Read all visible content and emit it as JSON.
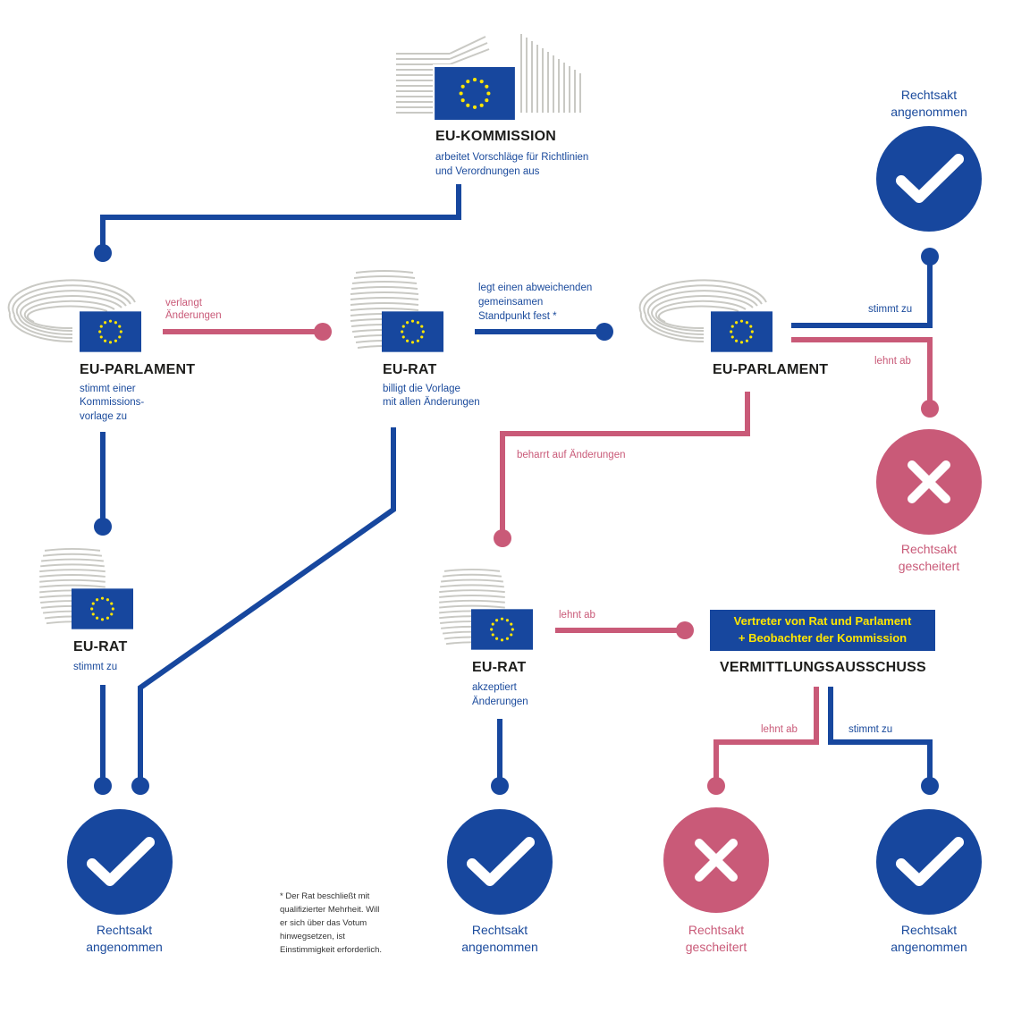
{
  "colors": {
    "blue": "#17479e",
    "pink": "#c95a78",
    "eu_yellow": "#ffe600",
    "gray": "#c9c9c4",
    "text_dark": "#1d1d1b"
  },
  "icons": {
    "commission": "eu-commission-building-icon",
    "parliament": "eu-parliament-hemicycle-icon",
    "council": "eu-council-stack-icon",
    "flag": "eu-flag-icon",
    "approved": "checkmark-circle-icon",
    "failed": "cross-circle-icon"
  },
  "commission": {
    "title": "EU-KOMMISSION",
    "desc_line1": "arbeitet Vorschläge für Richtlinien",
    "desc_line2": "und Verordnungen aus"
  },
  "parliament1": {
    "title": "EU-PARLAMENT",
    "desc_line1": "stimmt einer",
    "desc_line2": "Kommissions-",
    "desc_line3": "vorlage zu"
  },
  "council1": {
    "title": "EU-RAT",
    "desc_line1": "billigt die Vorlage",
    "desc_line2": "mit allen Änderungen"
  },
  "parliament2": {
    "title": "EU-PARLAMENT"
  },
  "council_left": {
    "title": "EU-RAT",
    "desc_line1": "stimmt zu"
  },
  "council_mid": {
    "title": "EU-RAT",
    "desc_line1": "akzeptiert",
    "desc_line2": "Änderungen"
  },
  "conciliation": {
    "box_line1": "Vertreter von Rat und Parlament",
    "box_line2": "+ Beobachter der Kommission",
    "title": "VERMITTLUNGSAUSSCHUSS"
  },
  "edges": {
    "demands_line1": "verlangt",
    "demands_line2": "Änderungen",
    "common_line1": "legt einen abweichenden",
    "common_line2": "gemeinsamen",
    "common_line3": "Standpunkt fest *",
    "p2_agrees": "stimmt zu",
    "p2_rejects": "lehnt ab",
    "insists": "beharrt auf Änderungen",
    "council_rejects": "lehnt ab",
    "conc_rejects": "lehnt ab",
    "conc_agrees": "stimmt zu"
  },
  "results": {
    "top_right": {
      "line1": "Rechtsakt",
      "line2": "angenommen"
    },
    "right_fail": {
      "line1": "Rechtsakt",
      "line2": "gescheitert"
    },
    "bottom_left": {
      "line1": "Rechtsakt",
      "line2": "angenommen"
    },
    "bottom_mid": {
      "line1": "Rechtsakt",
      "line2": "angenommen"
    },
    "bottom_fail": {
      "line1": "Rechtsakt",
      "line2": "gescheitert"
    },
    "bottom_right": {
      "line1": "Rechtsakt",
      "line2": "angenommen"
    }
  },
  "footnote": {
    "line1": "* Der Rat beschließt mit",
    "line2": "qualifizierter Mehrheit. Will",
    "line3": "er sich über das Votum",
    "line4": "hinwegsetzen, ist",
    "line5": "Einstimmigkeit erforderlich."
  }
}
